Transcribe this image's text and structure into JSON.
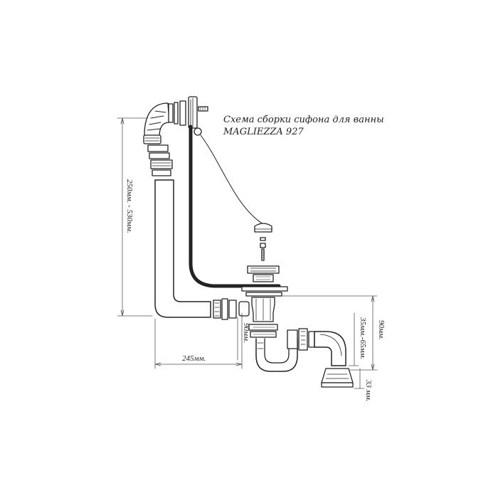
{
  "diagram": {
    "title_line1": "Схема сборки сифона для ванны",
    "title_line2": "MAGLIEZZA 927",
    "dim_height": "250мм. - 530мм.",
    "dim_length": "245мм.",
    "dim_drop_left": "90мм.",
    "dim_drop_right": "90мм.",
    "dim_outlet": "35мм.-65мм.",
    "dim_cap_line1": "33",
    "dim_cap_line2": "мм."
  },
  "colors": {
    "line": "#222222",
    "dimension": "#555555",
    "background": "#ffffff"
  }
}
